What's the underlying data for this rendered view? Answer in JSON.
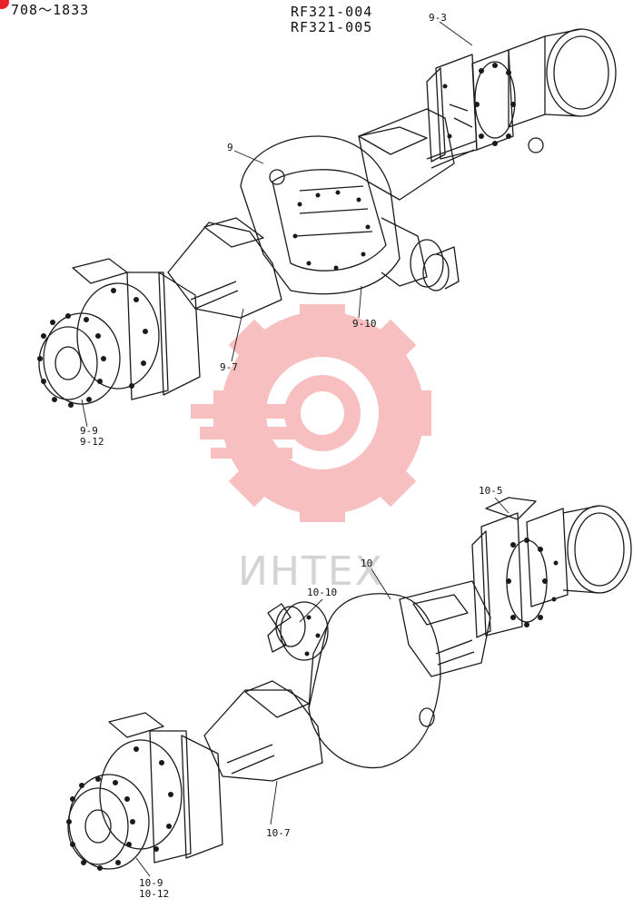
{
  "header": {
    "serial_range": "708～1833",
    "model_1": "RF321-004",
    "model_2": "RF321-005"
  },
  "labels": {
    "l_9_3": "9-3",
    "l_9": "9",
    "l_9_10": "9-10",
    "l_9_7": "9-7",
    "l_9_9": "9-9",
    "l_9_12": "9-12",
    "l_10_5": "10-5",
    "l_10": "10",
    "l_10_10": "10-10",
    "l_10_7": "10-7",
    "l_10_9": "10-9",
    "l_10_12": "10-12"
  },
  "watermark": {
    "text": "ИНТЕХ",
    "color": "#f08080"
  }
}
